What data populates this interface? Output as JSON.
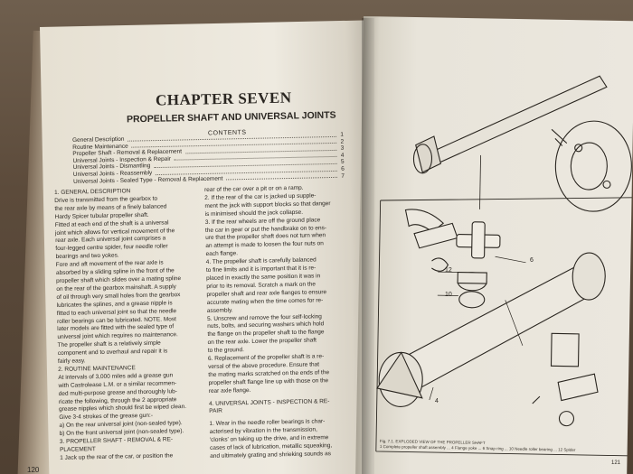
{
  "chapter": {
    "title": "CHAPTER SEVEN",
    "subtitle": "PROPELLER SHAFT AND UNIVERSAL JOINTS",
    "contents_label": "CONTENTS"
  },
  "toc": [
    {
      "label": "General Description",
      "page": "1"
    },
    {
      "label": "Routine Maintenance",
      "page": "2"
    },
    {
      "label": "Propeller Shaft - Removal & Replacement",
      "page": "3"
    },
    {
      "label": "Universal Joints - Inspection & Repair",
      "page": "4"
    },
    {
      "label": "Universal Joints - Dismantling",
      "page": "5"
    },
    {
      "label": "Universal Joints - Reassembly",
      "page": "6"
    },
    {
      "label": "Universal Joints - Sealed Type - Removal & Replacement",
      "page": "7"
    }
  ],
  "left_column": [
    "1. GENERAL DESCRIPTION",
    "Drive is transmitted from the gearbox to",
    "the rear axle by means of a finely balanced",
    "Hardy Spicer tubular propeller shaft.",
    "Fitted at each end of the shaft is a universal",
    "joint which allows for vertical movement of the",
    "rear axle.  Each universal joint comprises a",
    "four-legged centre spider, four needle roller",
    "bearings and two yokes.",
    "Fore and aft movement of the rear axle is",
    "absorbed by a sliding spline in the front of the",
    "propeller shaft which slides over a mating spline",
    "on the rear of the gearbox mainshaft.  A supply",
    "of oil through very small holes from the gearbox",
    "lubricates the splines, and a grease nipple is",
    "fitted to each universal joint so that the needle",
    "roller bearings can be lubricated.  NOTE. Most",
    "later models are fitted with the sealed type of",
    "universal joint which requires no maintenance.",
    "The propeller shaft is a relatively simple",
    "component and to overhaul and repair it is",
    "fairly easy.",
    "2. ROUTINE MAINTENANCE",
    "At intervals of 3,000 miles add a grease gun",
    "with Castrolease L.M. or a similar recommen-",
    "ded multi-purpose grease and thoroughly lub-",
    "ricate the following, through the 2 appropriate",
    "grease nipples which should first be wiped clean.",
    "Give 3-4 strokes of the grease gun:-",
    "a) On the rear universal joint (non-sealed type).",
    "b) On the front universal joint (non-sealed type).",
    "3. PROPELLER SHAFT - REMOVAL & RE-",
    "PLACEMENT",
    "1  Jack up the rear of the car, or position the"
  ],
  "right_column": [
    "rear of the car over a pit or on a ramp.",
    "2. If the rear of the car is jacked up supple-",
    "ment the jack with support blocks so that danger",
    "is minimised should the jack collapse.",
    "3. If the rear wheels are off the ground place",
    "the car in gear or put the handbrake on to ens-",
    "ure that the propeller shaft does not turn when",
    "an attempt is made to loosen the four nuts on",
    "each flange.",
    "4. The propeller shaft is carefully balanced",
    "to fine limits and it is important that it is re-",
    "placed in exactly the same position it was in",
    "prior to its removal.  Scratch a mark on the",
    "propeller shaft and rear axle flanges to ensure",
    "accurate mating when the time comes for re-",
    "assembly.",
    "5. Unscrew and remove the four self-locking",
    "nuts, bolts, and securing washers which hold",
    "the flange on the propeller shaft to the flange",
    "on the rear axle.  Lower the propeller shaft",
    "to the ground.",
    "6. Replacement of the propeller shaft is a re-",
    "versal of the above procedure.  Ensure that",
    "the mating marks scratched on the ends of the",
    "propeller shaft flange line up with those on the",
    "rear axle flange.",
    "",
    "4. UNIVERSAL JOINTS - INSPECTION & RE-",
    "PAIR",
    "",
    "1. Wear in the needle roller bearings is char-",
    "acterised by vibration in the transmission,",
    "'clonks' on taking up the drive, and in extreme",
    "cases of lack of lubrication, metallic squeaking,",
    "and ultimately grating and shrieking sounds as"
  ],
  "figure": {
    "callouts": [
      "12",
      "10",
      "6",
      "4"
    ],
    "caption_line1": "Fig. 7.1.  EXPLODED VIEW OF THE PROPELLER SHAFT",
    "caption_line2": "1 Complete propeller shaft assembly ... 4 Flange yoke ... 6 Snap ring ... 10 Needle roller bearing ... 12 Spider"
  },
  "page_numbers": {
    "left": "120",
    "right": "121"
  }
}
